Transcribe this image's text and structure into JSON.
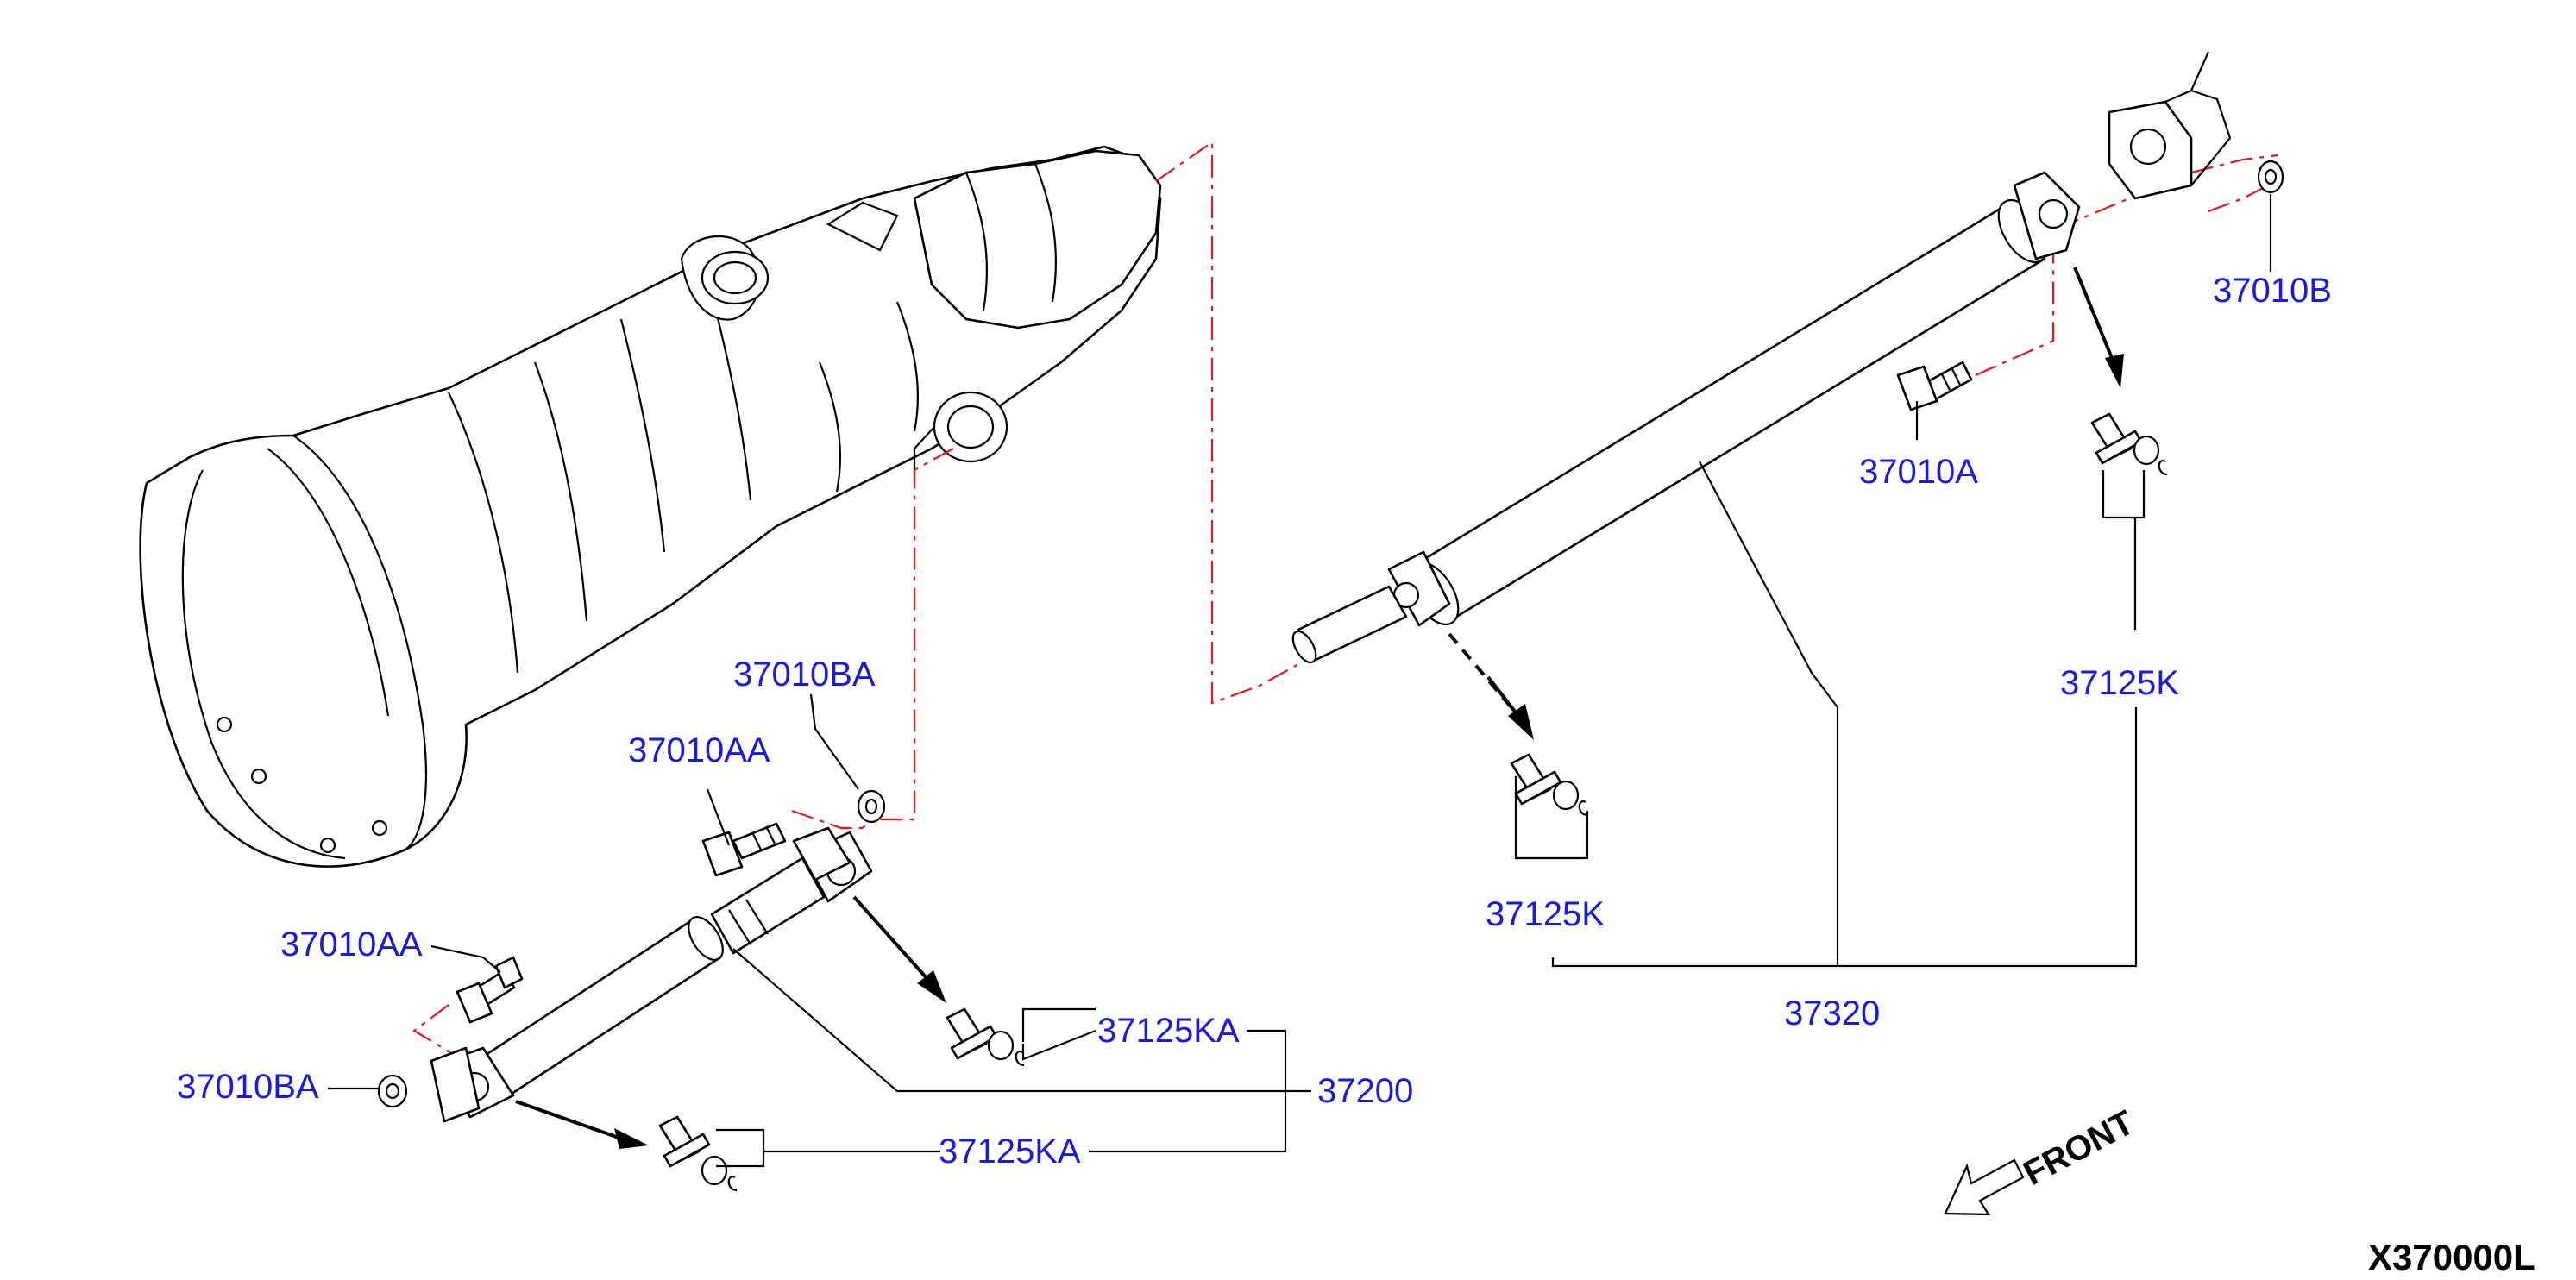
{
  "diagram_code": "X370000L",
  "front_label": "FRONT",
  "colors": {
    "label": "#1a1adb",
    "guide_line": "#e0191e",
    "line": "#000000"
  },
  "parts": {
    "p37010B": "37010B",
    "p37010A": "37010A",
    "p37125K_upper": "37125K",
    "p37125K_lower": "37125K",
    "p37320": "37320",
    "p37010BA_upper": "37010BA",
    "p37010AA_upper": "37010AA",
    "p37010AA_lower": "37010AA",
    "p37010BA_lower": "37010BA",
    "p37125KA_upper": "37125KA",
    "p37125KA_lower": "37125KA",
    "p37200": "37200"
  }
}
